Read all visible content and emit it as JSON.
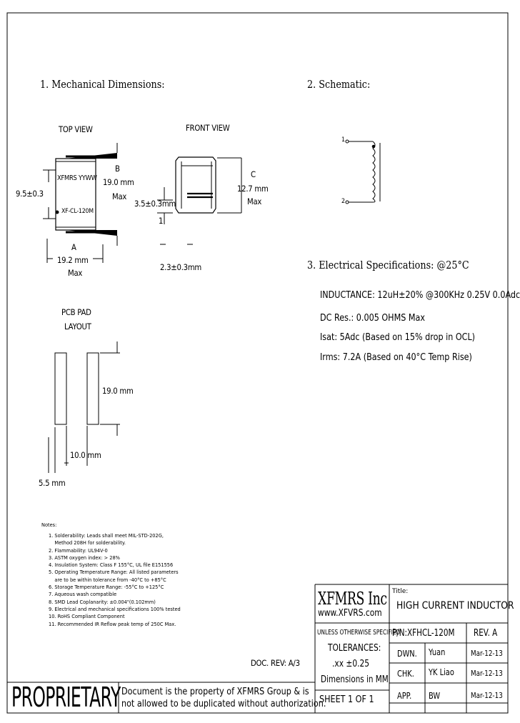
{
  "sections": {
    "mechanical": "1. Mechanical Dimensions:",
    "schematic": "2. Schematic:",
    "electrical": "3. Electrical   Specifications: @25°C"
  },
  "top_view": {
    "title": "TOP VIEW",
    "marking_line1": "XFMRS YYWW",
    "marking_line2": "XF-CL-120M",
    "dim_b_label": "B",
    "dim_b_value": "19.0 mm",
    "dim_b_max": "Max",
    "dim_side": "9.5±0.3",
    "dim_a_label": "A",
    "dim_a_value": "19.2 mm",
    "dim_a_max": "Max"
  },
  "front_view": {
    "title": "FRONT VIEW",
    "dim_c_label": "C",
    "dim_c_value": "12.7 mm",
    "dim_c_max": "Max",
    "dim_left": "3.5±0.3mm",
    "dim_left_marker": "1",
    "dim_bottom": "2.3±0.3mm"
  },
  "schematic": {
    "pin1": "1",
    "pin2": "2"
  },
  "electrical": {
    "inductance": "INDUCTANCE: 12uH±20% @300KHz 0.25V 0.0Adc",
    "dc_res": "DC Res.: 0.005 OHMS Max",
    "isat": "Isat: 5Adc (Based on 15% drop in OCL)",
    "irms": "Irms: 7.2A (Based on 40°C Temp Rise)"
  },
  "pcb_pad": {
    "title_line1": "PCB PAD",
    "title_line2": "LAYOUT",
    "dim_height": "19.0 mm",
    "dim_gap": "10.0 mm",
    "dim_width": "5.5 mm"
  },
  "notes": {
    "title": "Notes:",
    "items": [
      "1. Solderability: Leads shall meet MIL-STD-202G,",
      "    Method 208H for solderability.",
      "2. Flammability: UL94V-0",
      "3. ASTM oxygen index: > 28%",
      "4. Insulation System: Class F 155°C, UL file E151556",
      "5. Operating Temperature Range: All listed parameters",
      "    are to be within tolerance from -40°C to +85°C",
      "6. Storage Temperature Range: -55°C to +125°C",
      "7. Aqueous wash compatible",
      "8. SMD Lead Coplanarity: ±0.004\"(0.102mm)",
      "9. Electrical and mechanical specifications 100% tested",
      "10. RoHS Compliant Component",
      "11. Recommended IR Reflow peak temp of 250C Max."
    ]
  },
  "doc_rev": "DOC. REV: A/3",
  "title_block": {
    "company": "XFMRS Inc",
    "website": "www.XFVRS.com",
    "title_label": "Title:",
    "title": "HIGH CURRENT INDUCTOR",
    "unless": "UNLESS OTHERWISE SPECIFIED",
    "tolerances": "TOLERANCES:",
    "tol_value": ".xx ±0.25",
    "dimensions": "Dimensions in MM",
    "pn": "P/N:XFHCL-120M",
    "rev": "REV. A",
    "dwn_label": "DWN.",
    "dwn_name": "Yuan",
    "dwn_date": "Mar-12-13",
    "chk_label": "CHK.",
    "chk_name": "YK Liao",
    "chk_date": "Mar-12-13",
    "app_label": "APP.",
    "app_name": "BW",
    "app_date": "Mar-12-13",
    "sheet": "SHEET 1 OF 1"
  },
  "proprietary": {
    "label": "PROPRIETARY",
    "line1": "Document is the property of XFMRS Group & is",
    "line2": "not allowed to be duplicated without authorization."
  }
}
